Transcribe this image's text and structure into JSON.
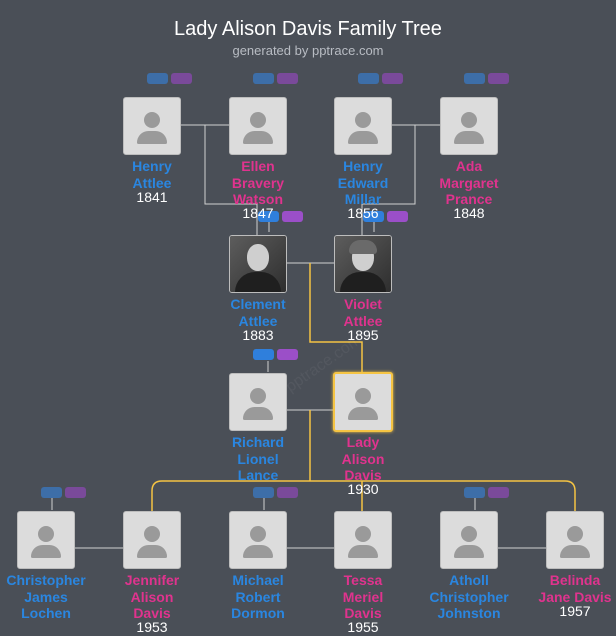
{
  "header": {
    "title": "Lady Alison Davis Family Tree",
    "subtitle": "generated by pptrace.com"
  },
  "colors": {
    "background": "#4a4f57",
    "male": "#2a86e0",
    "female": "#e0338e",
    "highlight_line": "#f5c443",
    "line": "#d0d0d0"
  },
  "people": [
    {
      "id": "henry-attlee",
      "name": "Henry\nAttlee",
      "year": "1841",
      "gender": "male"
    },
    {
      "id": "ellen-watson",
      "name": "Ellen\nBravery\nWatson",
      "year": "1847",
      "gender": "female"
    },
    {
      "id": "henry-millar",
      "name": "Henry\nEdward\nMillar",
      "year": "1856",
      "gender": "male"
    },
    {
      "id": "ada-prance",
      "name": "Ada\nMargaret\nPrance",
      "year": "1848",
      "gender": "female"
    },
    {
      "id": "clement-attlee",
      "name": "Clement\nAttlee",
      "year": "1883",
      "gender": "male",
      "photo": true
    },
    {
      "id": "violet-attlee",
      "name": "Violet\nAttlee",
      "year": "1895",
      "gender": "female",
      "photo": true
    },
    {
      "id": "richard-lance",
      "name": "Richard\nLionel\nLance",
      "year": "",
      "gender": "male"
    },
    {
      "id": "alison-davis",
      "name": "Lady\nAlison\nDavis",
      "year": "1930",
      "gender": "female",
      "selected": true
    },
    {
      "id": "christopher-lochen",
      "name": "Christopher\nJames\nLochen",
      "year": "",
      "gender": "male"
    },
    {
      "id": "jennifer-davis",
      "name": "Jennifer\nAlison\nDavis",
      "year": "1953",
      "gender": "female"
    },
    {
      "id": "michael-dormon",
      "name": "Michael\nRobert\nDormon",
      "year": "",
      "gender": "male"
    },
    {
      "id": "tessa-davis",
      "name": "Tessa\nMeriel\nDavis",
      "year": "1955",
      "gender": "female"
    },
    {
      "id": "atholl-johnston",
      "name": "Atholl\nChristopher\nJohnston",
      "year": "",
      "gender": "male"
    },
    {
      "id": "belinda-davis",
      "name": "Belinda\nJane Davis",
      "year": "1957",
      "gender": "female"
    }
  ]
}
